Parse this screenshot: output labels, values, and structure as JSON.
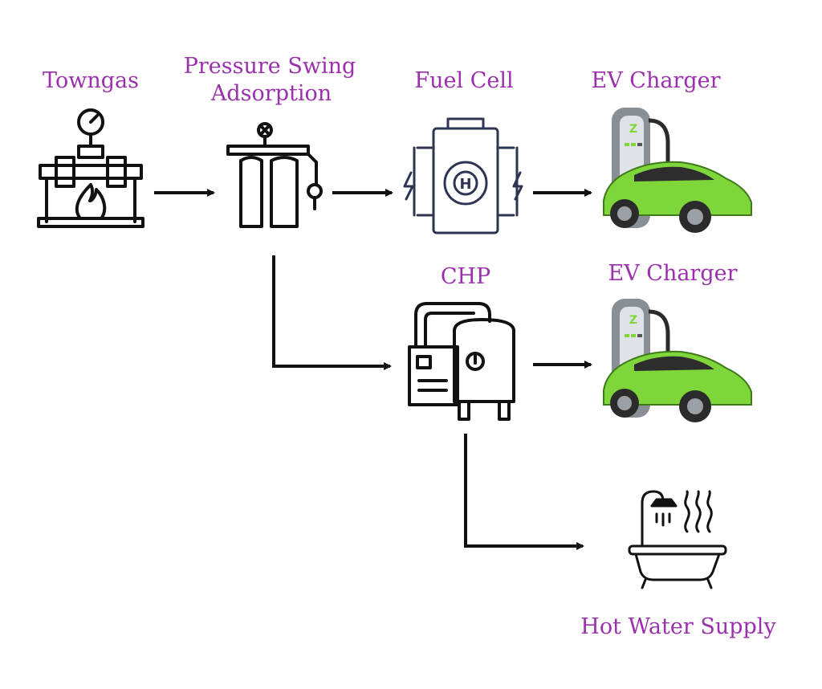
{
  "colors": {
    "label": "#9b30ad",
    "line": "#111111",
    "car": "#7ed63a",
    "charger": "#8a8f96"
  },
  "nodes": {
    "towngas": {
      "label": "Towngas",
      "icon": "gas-pipeline-flame-icon"
    },
    "psa": {
      "label_line1": "Pressure Swing",
      "label_line2": "Adsorption",
      "icon": "gas-cylinders-icon"
    },
    "fuel_cell": {
      "label": "Fuel Cell",
      "icon": "hydrogen-fuel-cell-icon"
    },
    "ev_charger_top": {
      "label": "EV Charger",
      "icon": "ev-charging-car-icon"
    },
    "chp": {
      "label": "CHP",
      "icon": "chp-generator-icon"
    },
    "ev_charger_mid": {
      "label": "EV Charger",
      "icon": "ev-charging-car-icon"
    },
    "hot_water": {
      "label": "Hot Water Supply",
      "icon": "bathtub-shower-icon"
    }
  },
  "edges": [
    {
      "from": "towngas",
      "to": "psa"
    },
    {
      "from": "psa",
      "to": "fuel_cell"
    },
    {
      "from": "fuel_cell",
      "to": "ev_charger_top"
    },
    {
      "from": "psa",
      "to": "chp"
    },
    {
      "from": "chp",
      "to": "ev_charger_mid"
    },
    {
      "from": "chp",
      "to": "hot_water"
    }
  ]
}
